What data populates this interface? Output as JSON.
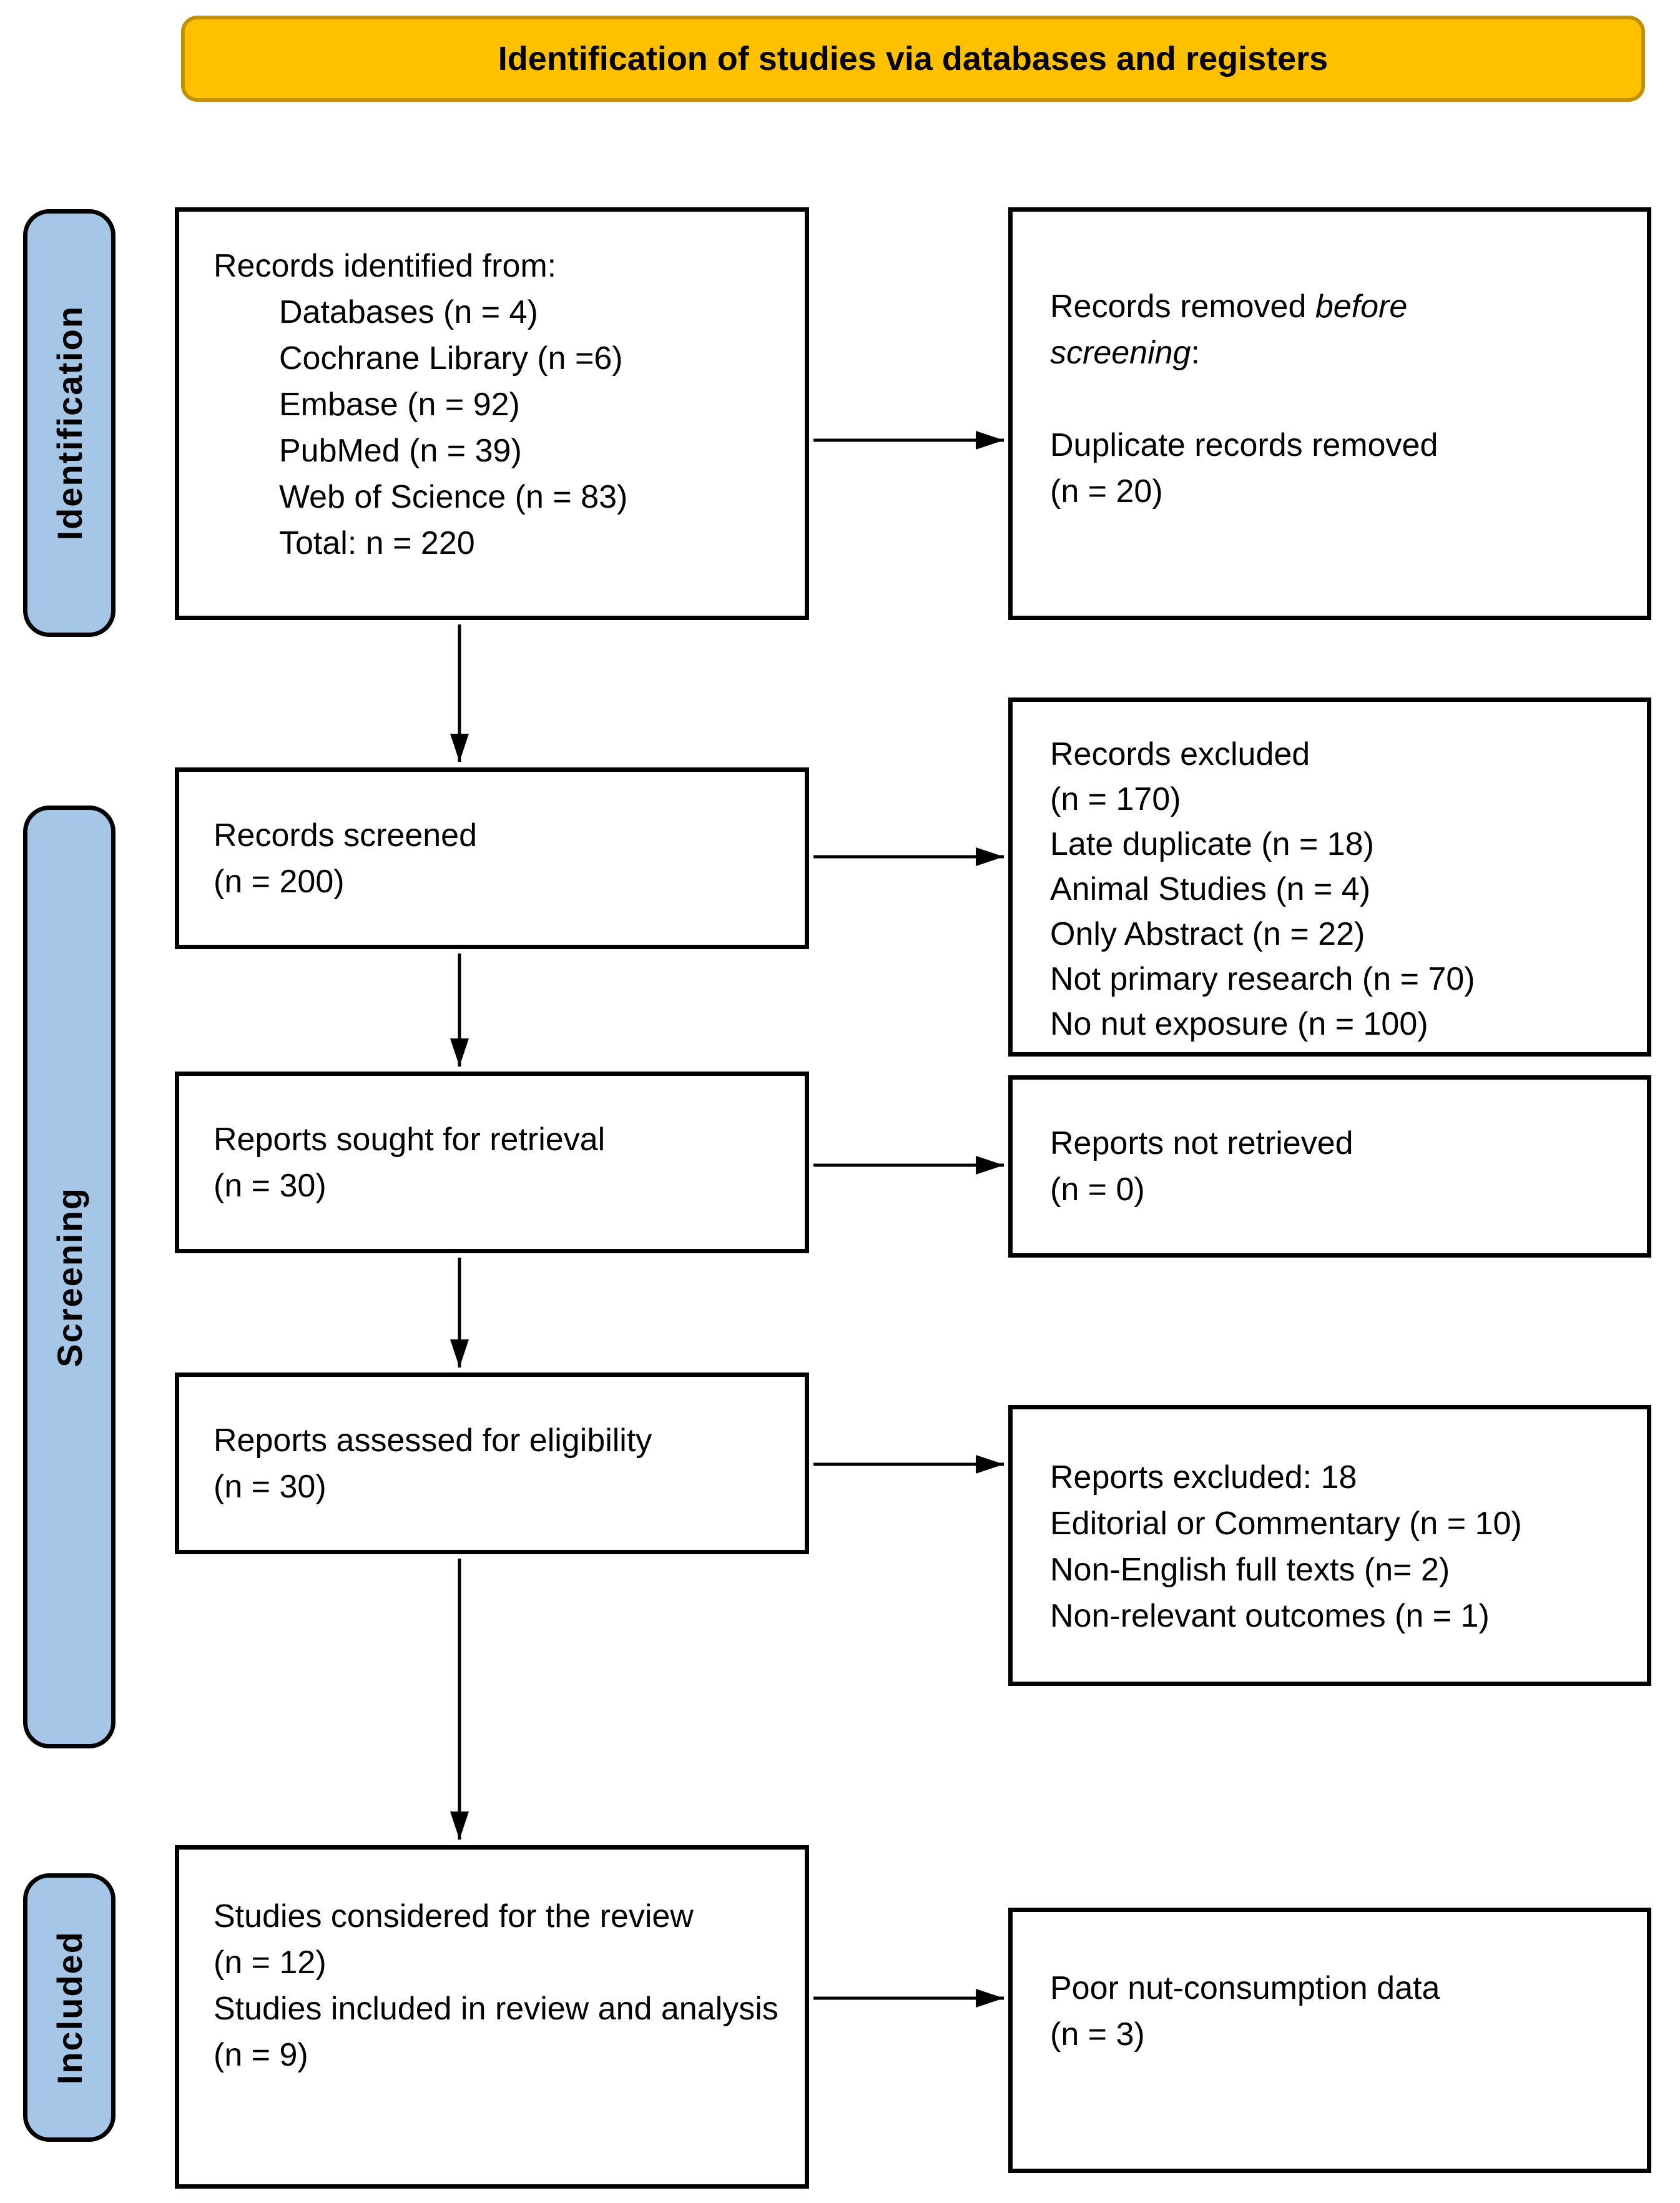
{
  "colors": {
    "background": "#FFFFFF",
    "banner_fill": "#FFC000",
    "banner_border": "#BF9000",
    "stage_fill": "#A6C6E8",
    "stage_border": "#000000",
    "box_fill": "#FFFFFF",
    "box_border": "#000000",
    "arrow": "#000000",
    "text": "#000000"
  },
  "banner": {
    "label": "Identification of studies via databases and registers"
  },
  "stages": [
    {
      "label": "Identification"
    },
    {
      "label": "Screening"
    },
    {
      "label": "Included"
    }
  ],
  "flow": {
    "main": [
      {
        "title": "Records identified from:",
        "items": [
          "Databases (n = 4)",
          "Cochrane Library (n =6)",
          "Embase (n = 92)",
          "PubMed (n = 39)",
          "Web of Science (n = 83)",
          "Total: n = 220"
        ]
      },
      {
        "lines": [
          "Records screened",
          "(n = 200)"
        ]
      },
      {
        "lines": [
          "Reports sought for retrieval",
          "(n = 30)"
        ]
      },
      {
        "lines": [
          "Reports assessed for eligibility",
          "(n = 30)"
        ]
      },
      {
        "lines": [
          "Studies considered for the review",
          "(n = 12)",
          "Studies included in review and analysis",
          "(n = 9)"
        ]
      }
    ],
    "side": [
      {
        "line1_normal": "Records removed ",
        "line1_italic": "before",
        "line2_italic": "screening",
        "line2_normal": ":",
        "lines": [
          "Duplicate records removed",
          "(n = 20)"
        ]
      },
      {
        "lines": [
          "Records excluded",
          "(n = 170)",
          "Late duplicate (n = 18)",
          "Animal Studies (n = 4)",
          "Only Abstract (n = 22)",
          "Not primary research (n = 70)",
          "No nut exposure (n = 100)"
        ]
      },
      {
        "lines": [
          "Reports not retrieved",
          "(n = 0)"
        ]
      },
      {
        "lines": [
          "Reports excluded: 18",
          "Editorial or Commentary (n = 10)",
          "Non-English full texts (n= 2)",
          "Non-relevant outcomes (n = 1)"
        ]
      },
      {
        "lines": [
          "Poor nut-consumption data",
          "(n = 3)"
        ]
      }
    ]
  }
}
